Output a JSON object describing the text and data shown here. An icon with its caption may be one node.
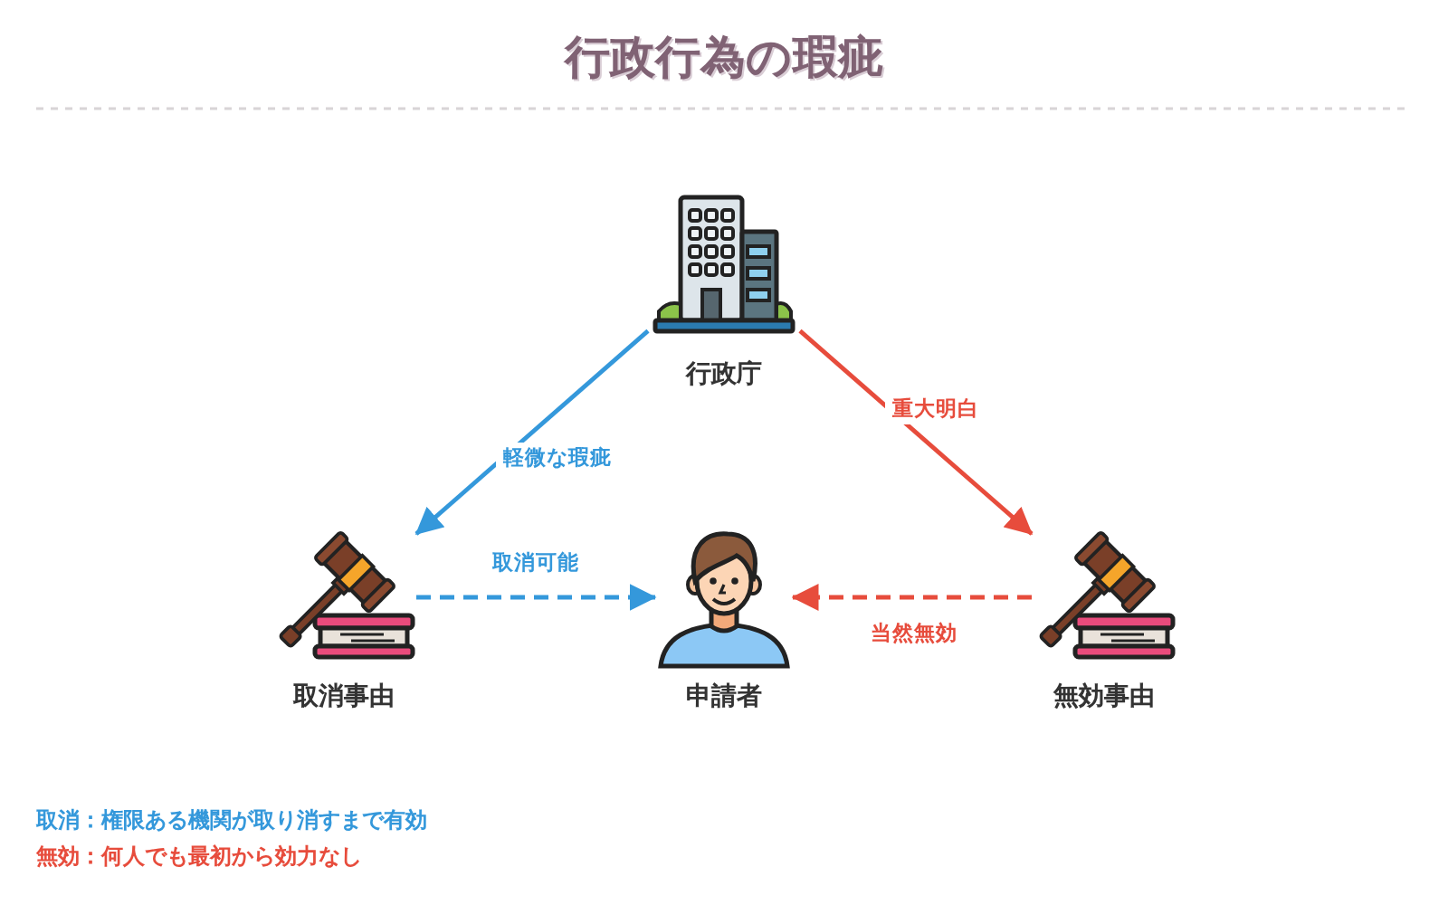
{
  "diagram": {
    "title": "行政行為の瑕疵",
    "nodes": [
      {
        "text": [
          "行政庁"
        ]
      },
      {
        "text": [
          "取消事由"
        ]
      },
      {
        "text": [
          "申請者"
        ]
      },
      {
        "text": [
          "無効事由"
        ]
      }
    ],
    "edges": [
      {
        "from": 0,
        "to": 1,
        "arrow": "to",
        "label": "軽微な瑕疵",
        "color": "#3498db"
      },
      {
        "from": 0,
        "to": 3,
        "arrow": "to",
        "label": "重大明白",
        "color": "#e74c3c"
      },
      {
        "from": 1,
        "to": 2,
        "arrow": "to",
        "label": "取消可能",
        "style": "dashed",
        "color": "#3498db"
      },
      {
        "from": 3,
        "to": 2,
        "arrow": "to",
        "label": "当然無効",
        "style": "dashed",
        "color": "#e74c3c"
      }
    ],
    "labels": [
      "取消：権限ある機関が取り消すまで有効",
      "無効：何人でも最初から効力なし"
    ]
  }
}
